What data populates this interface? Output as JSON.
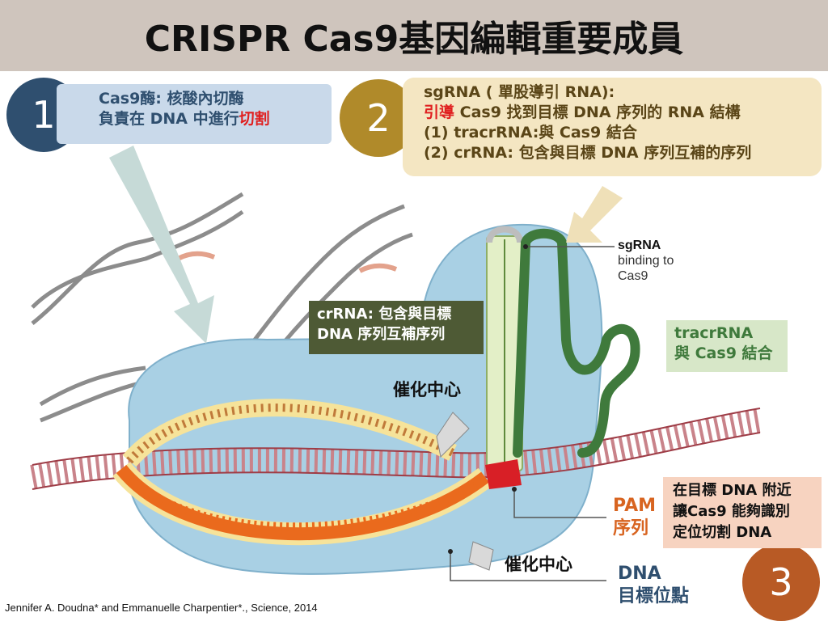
{
  "title": "CRISPR Cas9基因編輯重要成員",
  "badges": {
    "one": "1",
    "two": "2",
    "three": "3"
  },
  "callout1": {
    "line1": "Cas9酶: 核酸內切酶",
    "line2_prefix": "負責在 DNA 中進行",
    "line2_highlight": "切割"
  },
  "callout2": {
    "line1": "sgRNA ( 單股導引 RNA):",
    "line2_highlight": "引導",
    "line2_rest": " Cas9 找到目標 DNA 序列的 RNA 結構",
    "line3": "(1)  tracrRNA:與 Cas9 結合",
    "line4": "(2)  crRNA: 包含與目標 DNA 序列互補的序列"
  },
  "crrna_box": {
    "line1": "crRNA: 包含與目標",
    "line2": "DNA 序列互補序列"
  },
  "tracrrna_box": {
    "line1": "tracrRNA",
    "line2": "與 Cas9 結合"
  },
  "sgrna_label": {
    "bold": "sgRNA",
    "line2": "binding to",
    "line3": "Cas9"
  },
  "catalytic_center_top": "催化中心",
  "catalytic_center_bottom": "催化中心",
  "pam_label": {
    "line1": "PAM",
    "line2": "序列"
  },
  "pam_box": {
    "line1": "在目標 DNA 附近",
    "line2": "讓Cas9 能夠識別",
    "line3": "定位切割 DNA"
  },
  "dna_target": {
    "line1": "DNA",
    "line2": "目標位點"
  },
  "credit": "Jennifer A. Doudna* and Emmanuelle Charpentier*., Science, 2014",
  "colors": {
    "header": "#cfc5bd",
    "badge1": "#2f4f6f",
    "badge2": "#b08a2a",
    "badge3": "#b85a25",
    "cas9_body": "#a9d0e4",
    "crrna_box": "#4e5a35",
    "tracrrna": "#3f7a3c",
    "pam_red": "#d81f26",
    "pam_box": "#f7d3c0",
    "callout1_bg": "#c9d9ea",
    "callout2_bg": "#f4e6c2"
  }
}
